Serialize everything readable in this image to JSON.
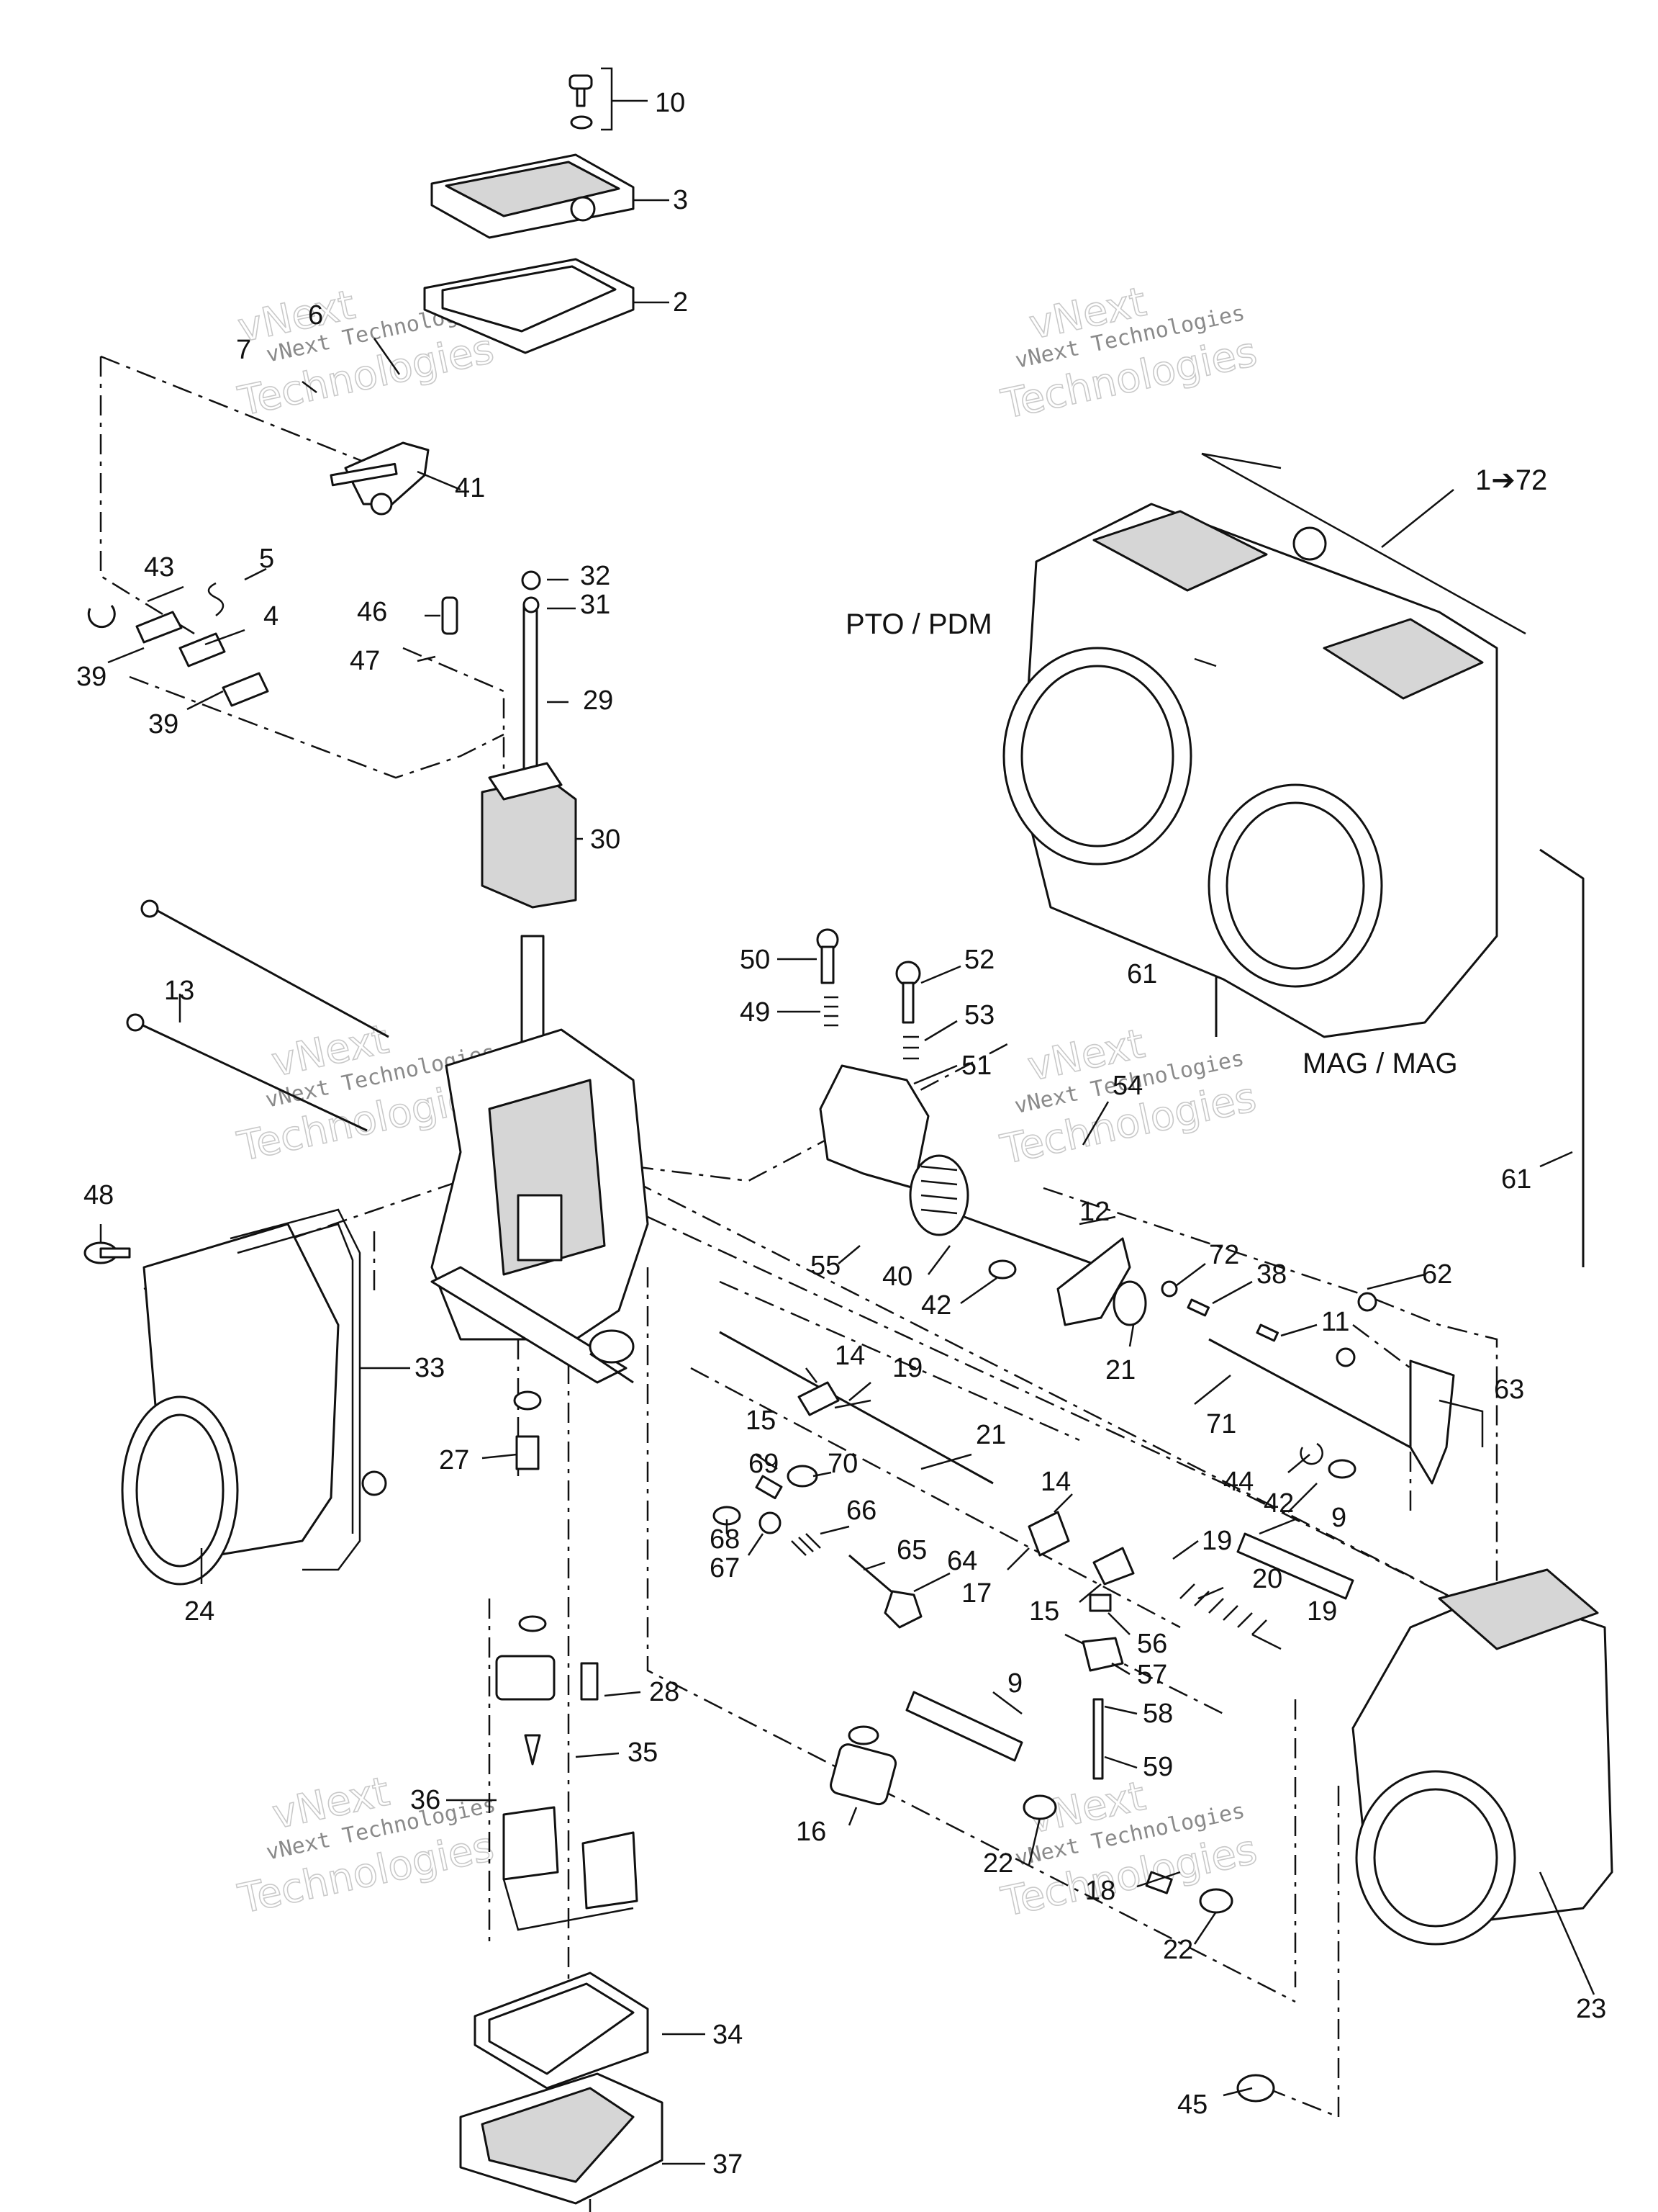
{
  "diagram": {
    "captions": {
      "pto": "PTO / PDM",
      "mag": "MAG / MAG",
      "range": "1➔72"
    },
    "watermark": {
      "line1": "vNext Technologies",
      "line2": "Technologies",
      "line3": "vNext"
    },
    "labels": [
      "10",
      "3",
      "2",
      "6",
      "7",
      "41",
      "43",
      "5",
      "39",
      "4",
      "39",
      "46",
      "32",
      "31",
      "47",
      "29",
      "30",
      "13",
      "48",
      "33",
      "27",
      "24",
      "36",
      "28",
      "35",
      "34",
      "37",
      "50",
      "49",
      "52",
      "53",
      "51",
      "54",
      "55",
      "40",
      "42",
      "12",
      "72",
      "38",
      "21",
      "11",
      "14",
      "19",
      "15",
      "21",
      "69",
      "70",
      "68",
      "66",
      "67",
      "65",
      "64",
      "17",
      "14",
      "15",
      "9",
      "19",
      "20",
      "19",
      "56",
      "57",
      "58",
      "59",
      "16",
      "22",
      "18",
      "22",
      "9",
      "62",
      "63",
      "71",
      "44",
      "42",
      "61",
      "61",
      "23",
      "45"
    ]
  }
}
